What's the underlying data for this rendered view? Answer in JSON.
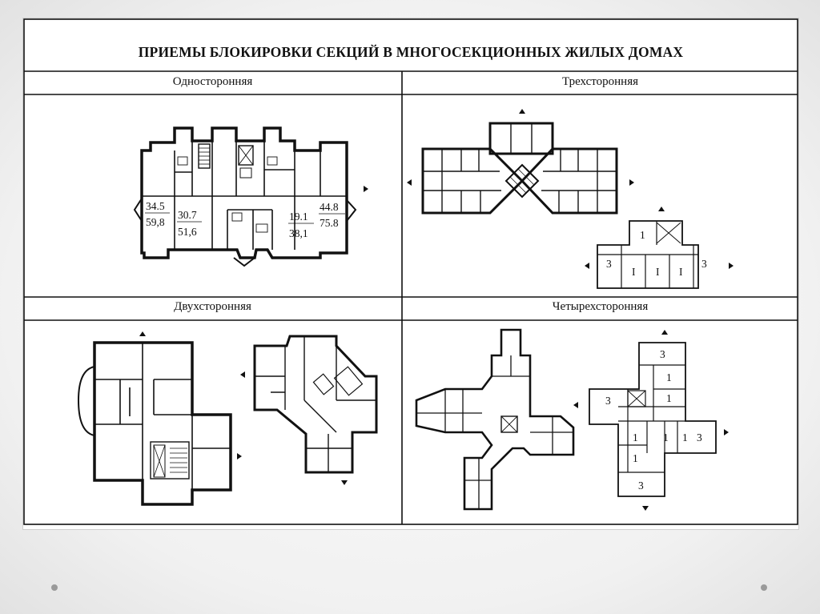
{
  "title": "ПРИЕМЫ БЛОКИРОВКИ СЕКЦИЙ В МНОГОСЕКЦИОННЫХ ЖИЛЫХ ДОМАХ",
  "panels": {
    "one_sided": {
      "label": "Односторонняя",
      "areas": {
        "a1": "34.5",
        "a1b": "59,8",
        "a2": "30.7",
        "a2b": "51,6",
        "a3": "19.1",
        "a3b": "38,1",
        "a4": "44.8",
        "a4b": "75.8"
      }
    },
    "three_sided": {
      "label": "Трехсторонняя",
      "scheme": {
        "top_cell": "1",
        "left_end": "3",
        "cells": [
          "I",
          "I",
          "I"
        ],
        "right_end": "3"
      }
    },
    "two_sided": {
      "label": "Двухсторонняя"
    },
    "four_sided": {
      "label": "Четырехсторонняя",
      "scheme": {
        "top": "3",
        "left": "3",
        "right": "3",
        "bottom": "3",
        "ones": [
          "1",
          "1",
          "1",
          "1",
          "1",
          "1"
        ]
      }
    }
  }
}
